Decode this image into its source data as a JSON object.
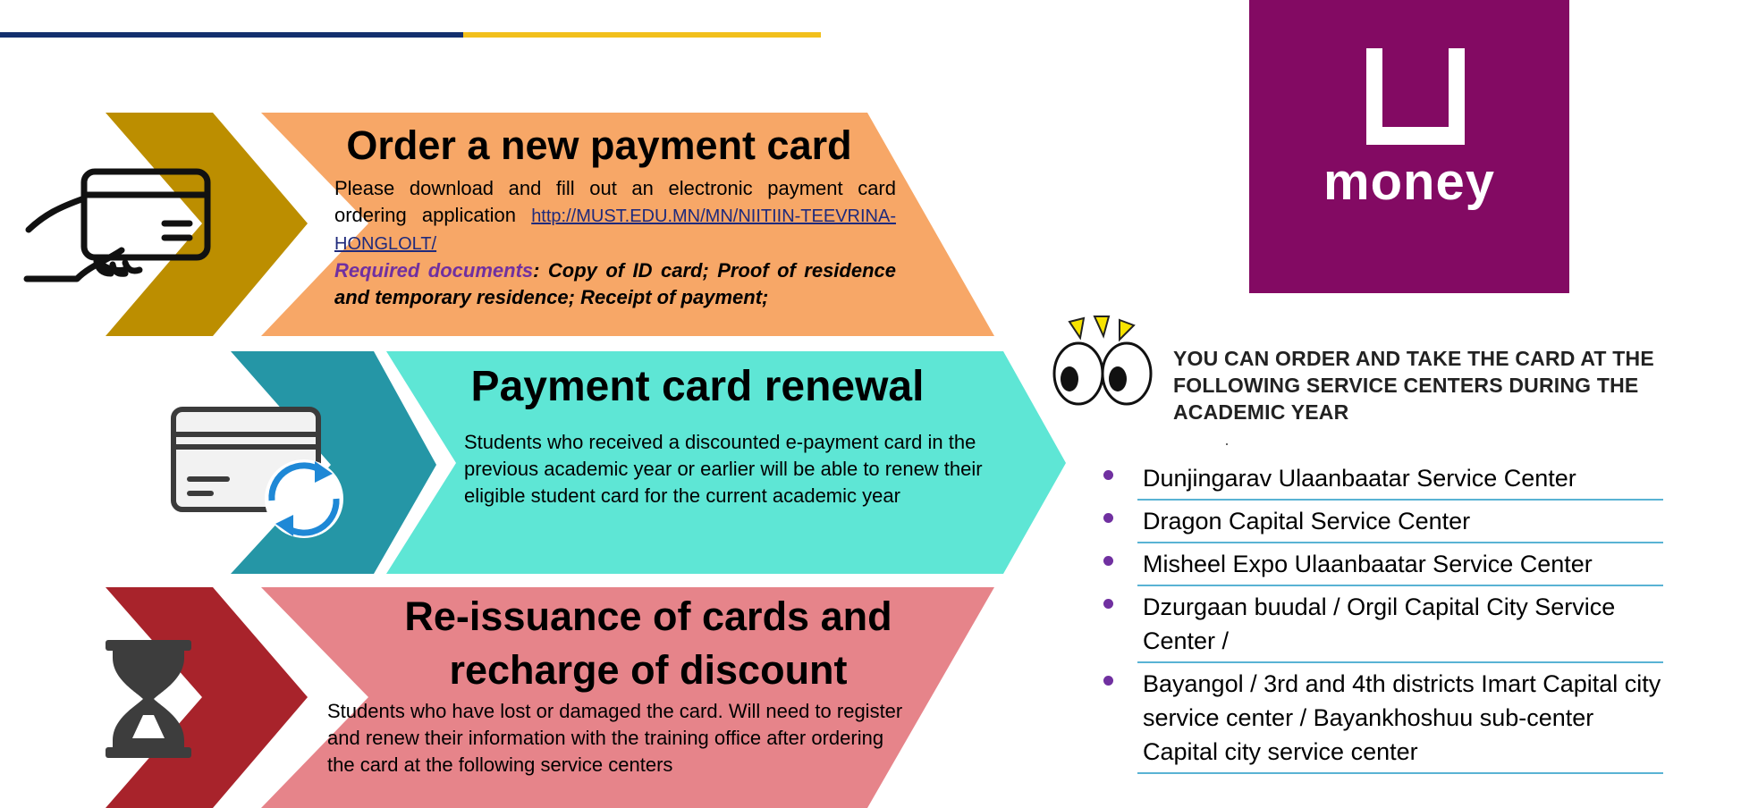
{
  "logo": {
    "text": "money",
    "brand_color": "#830a63"
  },
  "sections": [
    {
      "title": "Order a new payment card",
      "body_before_link": "Please download and fill out an electronic payment card ordering application",
      "link": "http://MUST.EDU.MN/MN/NIITIIN-TEEVRINA-HONGLOLT/",
      "required_label": "Required documents",
      "required_text": ": Copy of ID card; Proof of residence and temporary residence; Receipt of payment;",
      "icon": "hand-card-icon",
      "colors": {
        "chevron": "#bc8e00",
        "band": "#f7a767"
      }
    },
    {
      "title": "Payment card renewal",
      "body": "Students who received a discounted e-payment card in the previous academic year or earlier will be able to renew their eligible student card for the current academic year",
      "icon": "card-renew-icon",
      "colors": {
        "chevron": "#2596a6",
        "band": "#5ee6d5"
      }
    },
    {
      "title_line1": "Re-issuance of cards and",
      "title_line2": "recharge of discount",
      "body": "Students who have lost or damaged the card. Will need to register and renew their information with the training office after ordering the card at the following service centers",
      "icon": "hourglass-icon",
      "colors": {
        "chevron": "#a8232b",
        "band": "#e6848a"
      }
    }
  ],
  "notice": "YOU CAN ORDER AND TAKE THE CARD AT THE FOLLOWING SERVICE CENTERS DURING THE ACADEMIC YEAR",
  "service_centers": [
    "Dunjingarav Ulaanbaatar Service Center",
    "Dragon Capital Service Center",
    "Misheel Expo Ulaanbaatar Service Center",
    "Dzurgaan buudal / Orgil Capital City Service Center /",
    "Bayangol / 3rd and 4th districts Imart Capital city service center / Bayankhoshuu sub-center Capital city service center"
  ]
}
